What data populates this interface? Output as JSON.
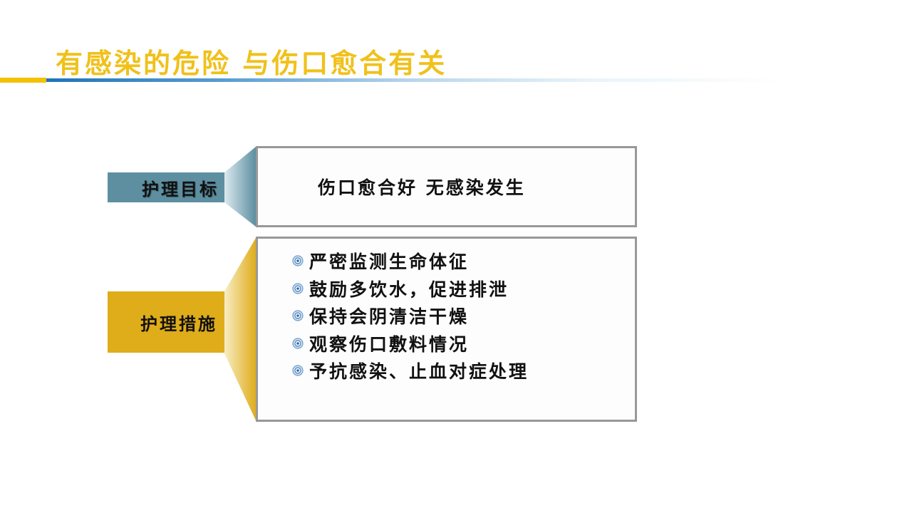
{
  "slide": {
    "title": "有感染的危险  与伤口愈合有关",
    "colors": {
      "title": "#f0c11b",
      "accent_yellow": "#f2c200",
      "accent_blue": "#1f74b8",
      "goal_label_bg": "#5d8fa1",
      "measure_label_bg": "#dfac1a",
      "box_border": "#989898"
    }
  },
  "goal": {
    "label": "护理目标",
    "text": "伤口愈合好 无感染发生"
  },
  "measures": {
    "label": "护理措施",
    "bullet_icon": "circle-target-bullet-icon",
    "items": [
      "严密监测生命体征",
      "鼓励多饮水，促进排泄",
      "保持会阴清洁干燥",
      "观察伤口敷料情况",
      "予抗感染、止血对症处理"
    ]
  }
}
